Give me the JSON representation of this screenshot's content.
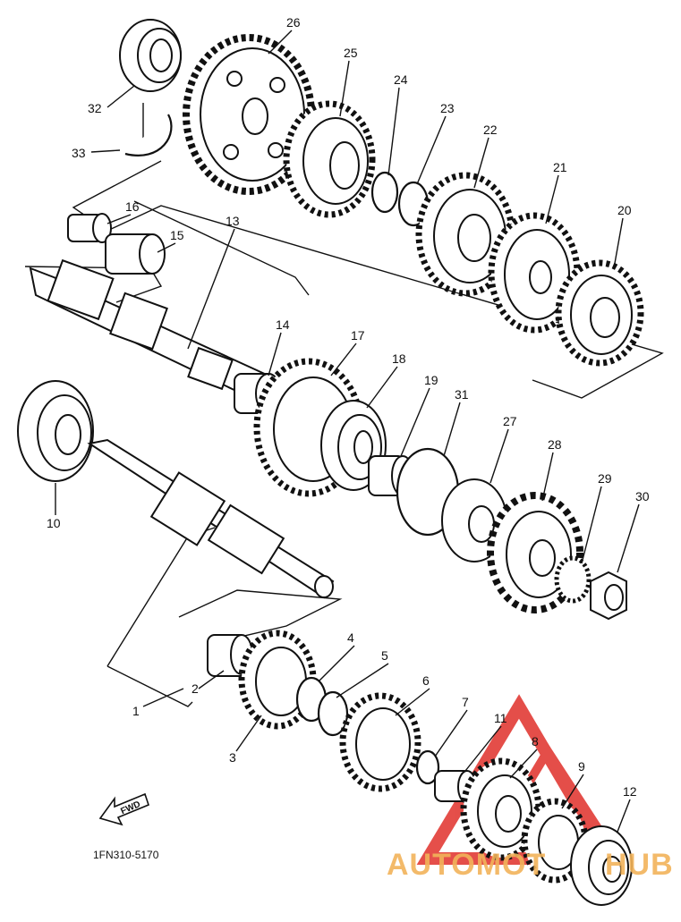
{
  "diagram": {
    "part_labels": [
      "1",
      "2",
      "3",
      "4",
      "5",
      "6",
      "7",
      "8",
      "9",
      "10",
      "11",
      "12",
      "13",
      "14",
      "15",
      "16",
      "17",
      "18",
      "19",
      "20",
      "21",
      "22",
      "23",
      "24",
      "25",
      "26",
      "27",
      "28",
      "29",
      "30",
      "31",
      "32",
      "33"
    ],
    "diagram_code": "1FN310-5170",
    "fwd_label": "FWD",
    "watermark": {
      "left": "AUTOMOT",
      "right": "HUB",
      "accent": "#e0302a",
      "text_color": "#f2b35a"
    }
  }
}
